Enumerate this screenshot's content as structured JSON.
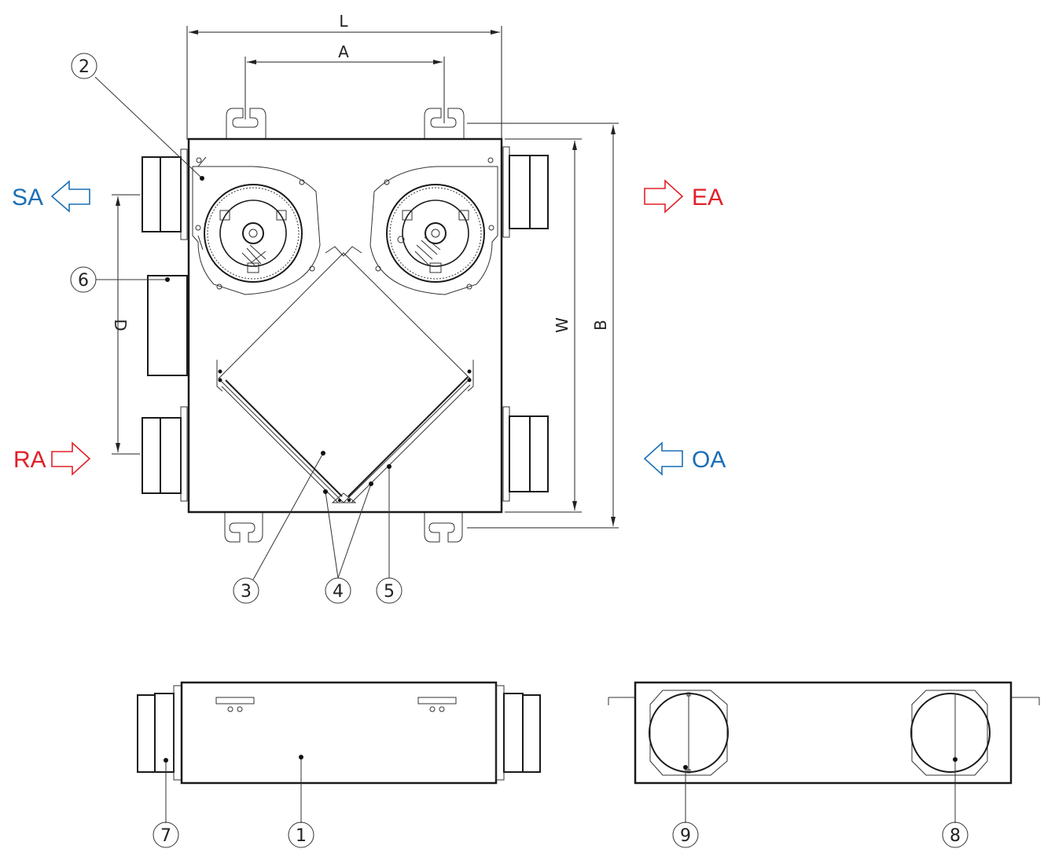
{
  "dimensions": {
    "L": "L",
    "A": "A",
    "W": "W",
    "B": "B",
    "D": "D"
  },
  "airflows": {
    "SA": {
      "label": "SA",
      "color": "#1a6fb5",
      "direction": "out-left"
    },
    "EA": {
      "label": "EA",
      "color": "#e02027",
      "direction": "out-right"
    },
    "RA": {
      "label": "RA",
      "color": "#e02027",
      "direction": "in-right"
    },
    "OA": {
      "label": "OA",
      "color": "#1a6fb5",
      "direction": "in-left"
    }
  },
  "callouts": [
    "1",
    "2",
    "3",
    "4",
    "5",
    "6",
    "7",
    "8",
    "9"
  ]
}
